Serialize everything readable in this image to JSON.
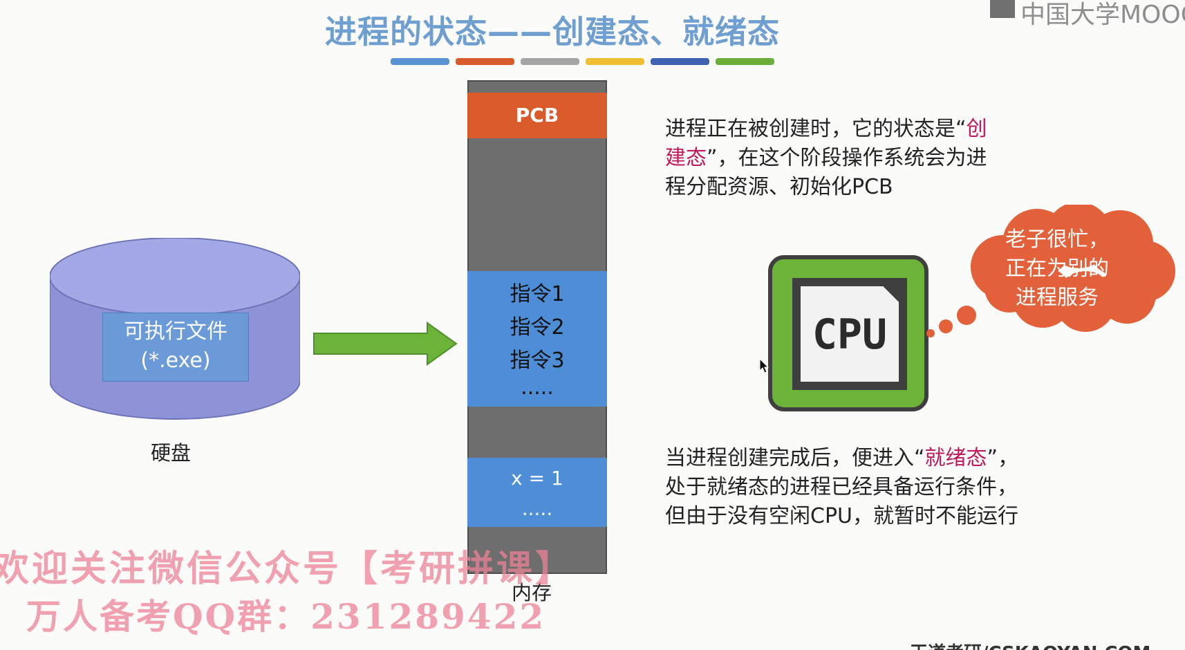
{
  "slide": {
    "title": "进程的状态——创建态、就绪态",
    "brand": "中国大学MOOC",
    "footer_url": "王道考研/CSKAOYAN.COM",
    "accent_colors": [
      "#5a93d3",
      "#d95a2a",
      "#a5a5a5",
      "#f0c030",
      "#3e63b0",
      "#6cae3a"
    ]
  },
  "disk": {
    "file_label_line1": "可执行文件",
    "file_label_line2": "(*.exe)",
    "caption": "硬盘"
  },
  "memory": {
    "pcb_label": "PCB",
    "instructions": [
      "指令1",
      "指令2",
      "指令3",
      "....."
    ],
    "data_lines": [
      "x = 1",
      "....."
    ],
    "caption": "内存"
  },
  "creation_desc": {
    "line1_pre": "进程正在被创建时，它的状态是“",
    "line1_hl": "创",
    "line2_hl": "建态",
    "line2_post": "”，在这个阶段操作系统会为进",
    "line3": "程分配资源、初始化PCB"
  },
  "cpu": {
    "label": "CPU"
  },
  "thought": {
    "lines": [
      "老子很忙，",
      "正在为别的",
      "进程服务"
    ]
  },
  "ready_desc": {
    "line1_pre": "当进程创建完成后，便进入“",
    "line1_hl": "就绪态",
    "line1_post": "”，",
    "line2": "处于就绪态的进程已经具备运行条件，",
    "line3": "但由于没有空闲CPU，就暂时不能运行"
  },
  "watermark": {
    "line1": "欢迎关注微信公众号【考研拼课】",
    "line2": "万人备考QQ群：231289422"
  }
}
